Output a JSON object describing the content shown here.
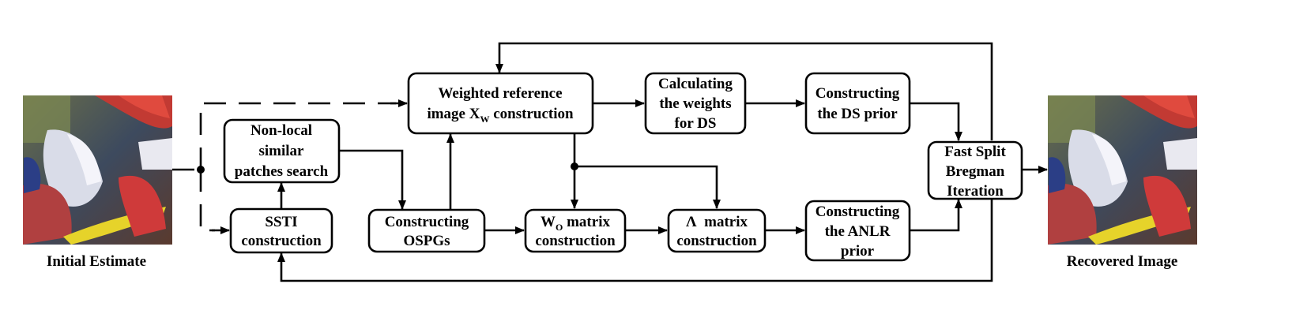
{
  "images": {
    "input_caption": "Initial Estimate",
    "output_caption": "Recovered Image"
  },
  "nodes": {
    "weighted_reference": [
      "Weighted reference",
      "image X",
      "W",
      " construction"
    ],
    "calc_weights": [
      "Calculating",
      "the weights",
      "for DS"
    ],
    "ds_prior": [
      "Constructing",
      "the DS prior"
    ],
    "nonlocal_search": [
      "Non-local",
      "similar",
      "patches search"
    ],
    "ssti": [
      "SSTI",
      "construction"
    ],
    "ospgs": [
      "Constructing",
      "OSPGs"
    ],
    "wo_matrix": [
      "W",
      "O",
      " matrix",
      "construction"
    ],
    "lambda_matrix": [
      "Λ  matrix",
      "construction"
    ],
    "anlr_prior": [
      "Constructing",
      "the ANLR",
      "prior"
    ],
    "bregman": [
      "Fast Split",
      "Bregman",
      "Iteration"
    ]
  }
}
